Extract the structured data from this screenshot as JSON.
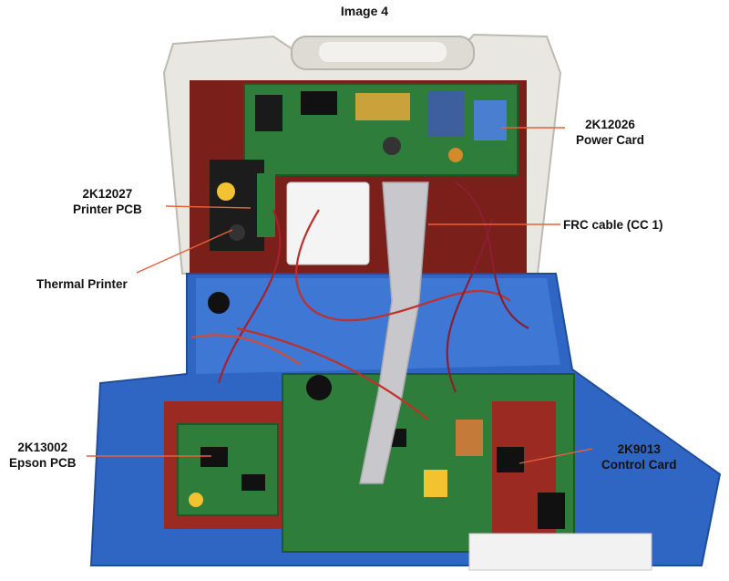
{
  "title": "Image 4",
  "labels": {
    "power_card": {
      "line1": "2K12026",
      "line2": "Power Card"
    },
    "printer_pcb": {
      "line1": "2K12027",
      "line2": "Printer PCB"
    },
    "frc_cable": "FRC cable (CC 1)",
    "thermal_printer": "Thermal Printer",
    "epson_pcb": {
      "line1": "2K13002",
      "line2": "Epson PCB"
    },
    "control_card": {
      "line1": "2K9013",
      "line2": "Control Card"
    }
  },
  "colors": {
    "leader_line": "#e8603c",
    "case_white": "#e9e7e2",
    "tray_blue": "#2f66c4",
    "pcb_green": "#2e7d3a",
    "pcb_red": "#9a2a22",
    "frc_grey": "#c8c8cc"
  }
}
